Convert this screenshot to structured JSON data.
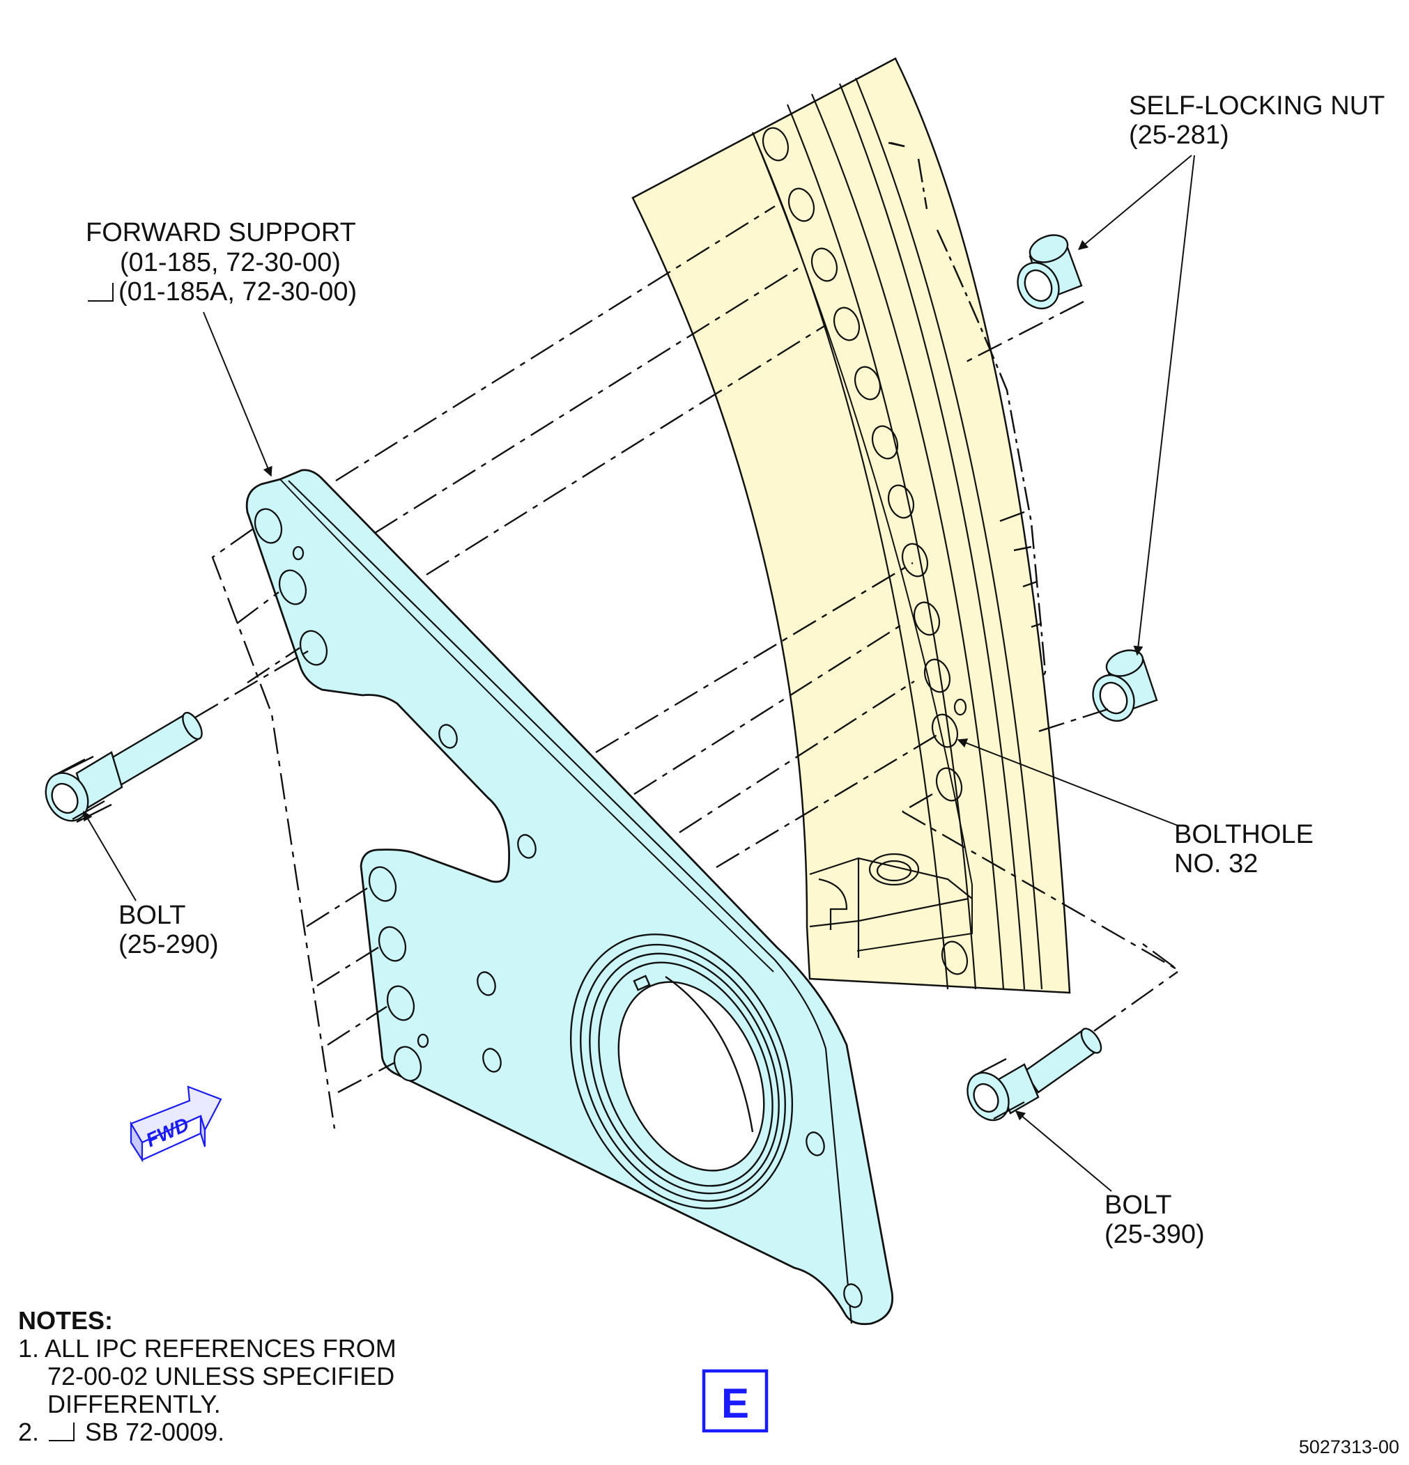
{
  "labels": {
    "forward_support": "FORWARD SUPPORT",
    "forward_support_ref1": "(01-185, 72-30-00)",
    "forward_support_ref2": "(01-185A, 72-30-00)",
    "self_locking_nut": "SELF-LOCKING NUT",
    "self_locking_nut_ref": "(25-281)",
    "bolthole_line1": "BOLTHOLE",
    "bolthole_line2": "NO. 32",
    "bolt_left": "BOLT",
    "bolt_left_ref": "(25-290)",
    "bolt_right": "BOLT",
    "bolt_right_ref": "(25-390)",
    "fwd": "FWD",
    "view": "E",
    "figure_number": "5027313-00"
  },
  "notes": {
    "title": "NOTES:",
    "n1_line1": "1. ALL IPC REFERENCES FROM",
    "n1_line2": "72-00-02 UNLESS SPECIFIED",
    "n1_line3": "DIFFERENTLY.",
    "n2_text": "SB 72-0009."
  },
  "colors": {
    "flange_fill": "#fdf8cf",
    "support_fill": "#ccf6f8",
    "hardware_fill": "#ccf6f8",
    "accent_blue": "#1a1aff",
    "line": "#111111"
  },
  "icons": {
    "forward_arrow": "fwd-arrow-icon",
    "service_bulletin_flag": "sb-flag-icon"
  }
}
